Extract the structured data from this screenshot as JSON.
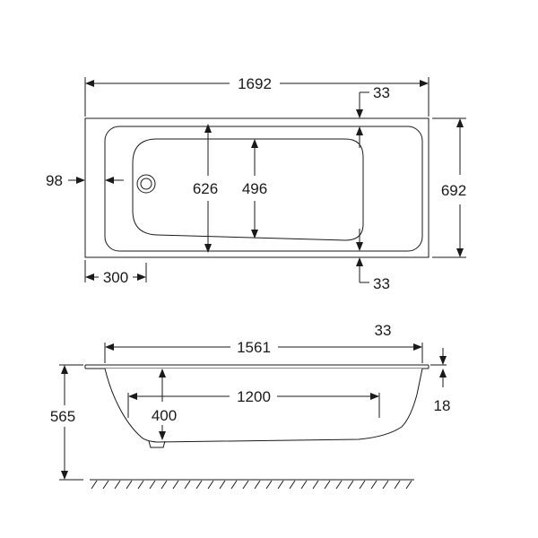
{
  "plan_view": {
    "overall_length": "1692",
    "rim_top": "33",
    "overall_width": "692",
    "inner_width_head": "626",
    "inner_width_foot": "496",
    "rim_side": "98",
    "waste_offset": "300",
    "rim_bottom": "33"
  },
  "side_view": {
    "inner_length_top": "1561",
    "rim_thickness": "33",
    "floor_length": "1200",
    "inner_depth": "400",
    "overall_height": "565",
    "rim_lip": "18"
  }
}
